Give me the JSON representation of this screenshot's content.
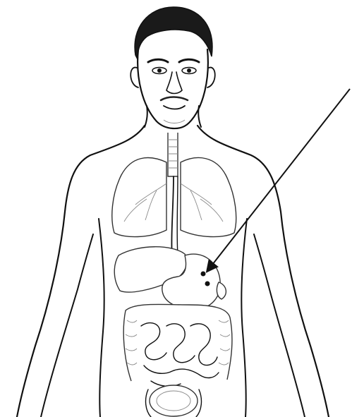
{
  "diagram": {
    "subject": "human-torso-digestive-anatomy",
    "colors": {
      "ink": "#111111",
      "organ_outline": "#333333",
      "hair": "#1a1a1a",
      "background": "#ffffff"
    },
    "pointer": {
      "target": "stomach",
      "markers": 2
    }
  }
}
